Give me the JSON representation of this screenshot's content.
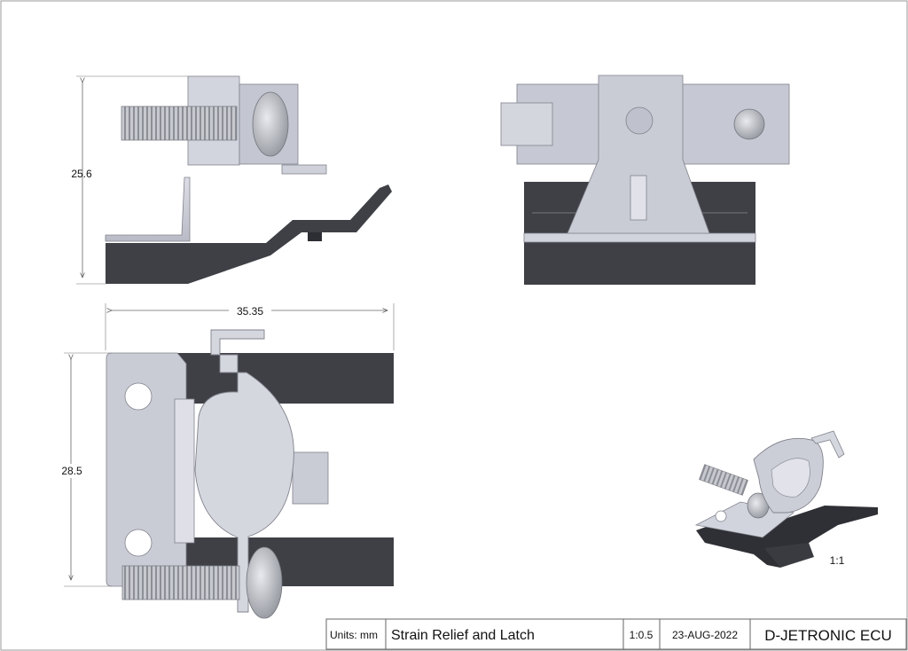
{
  "dimensions": {
    "height": "25.6",
    "length": "35.35",
    "width": "28.5"
  },
  "iso_view_scale": "1:1",
  "title_block": {
    "units": "Units: mm",
    "part_name": "Strain Relief and Latch",
    "scale": "1:0.5",
    "date": "23-AUG-2022",
    "project": "D-JETRONIC ECU"
  }
}
